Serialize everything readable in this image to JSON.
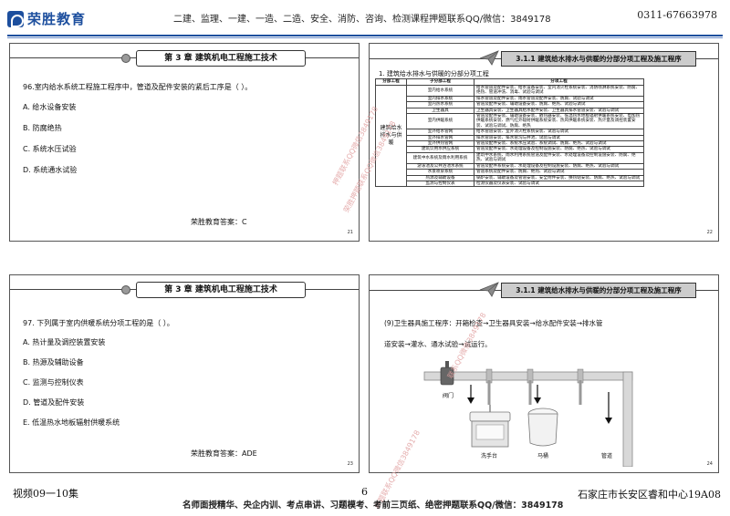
{
  "header": {
    "logo_text": "荣胜教育",
    "title": "二建、监理、一建、一造、二造、安全、消防、咨询、检测课程押题联系QQ/微信：3849178",
    "phone": "0311-67663978"
  },
  "slide1": {
    "chapter": "第 3 章   建筑机电工程施工技术",
    "question": "96.室内给水系统工程施工程序中，管道及配件安装的紧后工序是（   ）。",
    "options": [
      "A. 给水设备安装",
      "B. 防腐绝热",
      "C. 系统水压试验",
      "D. 系统通水试验"
    ],
    "answer": "荣胜教育答案：C",
    "page": "21"
  },
  "slide2": {
    "section": "3.1.1 建筑给水排水与供暖的分部分项工程及施工程序",
    "caption": "1. 建筑给水排水与供暖的分部分项工程",
    "headers": [
      "分部工程",
      "子分部工程",
      "分项工程"
    ],
    "division": "建筑给水排水与供暖",
    "rows": [
      [
        "室内给水系统",
        "给水管道及配件安装、给水设备安装、室内消火栓系统安装、消防喷淋系统安装、防腐、绝热、管道冲洗、消毒、试验与调试"
      ],
      [
        "室内排水系统",
        "排水管道及配件安装、雨水管道及配件安装、防腐、试验与调试"
      ],
      [
        "室内热水系统",
        "管道及配件安装、辅助设备安装、防腐、绝热、试验与调试"
      ],
      [
        "卫生器具",
        "卫生器具安装、卫生器具给水配件安装、卫生器具排水管道安装、试验与调试"
      ],
      [
        "室内供暖系统",
        "管道及配件安装、辅助设备安装、散热器安装、低温热水地板辐射供暖系统安装、电加热供暖系统安装、燃气红外辐射供暖系统安装、热风供暖系统安装、热计量及调控装置安装、试验与调试、防腐、绝热"
      ],
      [
        "室外给水管网",
        "给水管道安装、室外消火栓系统安装、试验与调试"
      ],
      [
        "室外排水管网",
        "排水管道安装、排水管沟与井池、试验与调试"
      ],
      [
        "室外供热管网",
        "管道及配件安装、系统水压试验、系统调试、防腐、绝热、试验与调试"
      ],
      [
        "建筑饮用水供应系统",
        "管道及配件安装、水处理设备及控制设施安装、防腐、绝热、试验与调试"
      ],
      [
        "建筑中水系统及雨水利用系统",
        "建筑中水系统、雨水利用系统管道及配件安装、水处理设备及控制设施安装、防腐、绝热、试验与调试"
      ],
      [
        "游泳池及公共浴池水系统",
        "管道及配件系统安装、水处理设备及控制设施安装、防腐、绝热、试验与调试"
      ],
      [
        "水景喷泉系统",
        "管道系统及配件安装、防腐、绝热、试验与调试"
      ],
      [
        "热源及辅助设备",
        "锅炉安装、辅助设备及管道安装、安全附件安装、换热站安装、防腐、绝热、试验与调试"
      ],
      [
        "监测与控制仪表",
        "检测仪器及仪表安装、试验与调试"
      ]
    ],
    "page": "22"
  },
  "slide3": {
    "chapter": "第 3 章   建筑机电工程施工技术",
    "question": "97. 下列属于室内供暖系统分项工程的是（   ）。",
    "options": [
      "A. 热计量及调控装置安装",
      "B. 热源及辅助设备",
      "C. 监测与控制仪表",
      "D. 管道及配件安装",
      "E. 低温热水地板辐射供暖系统"
    ],
    "answer": "荣胜教育答案：ADE",
    "page": "23"
  },
  "slide4": {
    "section": "3.1.1 建筑给水排水与供暖的分部分项工程及施工程序",
    "process_line1": "(9)卫生器具施工程序：开箱检查→卫生器具安装→给水配件安装→排水管",
    "process_line2": "道安装→灌水、通水试验→试运行。",
    "labels": [
      "阀门",
      "洗手台",
      "马桶",
      "管道"
    ],
    "page": "24"
  },
  "watermarks": [
    "押题联系QQ微信3849178",
    "荣胜押题联系QQ微信3849178",
    "联系QQ微信3849178",
    "押题联系QQ微信3849178"
  ],
  "footer": {
    "left": "视频09一10集",
    "page": "6",
    "right": "石家庄市长安区睿和中心19A08",
    "ad": "名师面授精华、央企内训、考点串讲、习题模考、考前三页纸、绝密押题联系QQ/微信：3849178"
  },
  "colors": {
    "brand": "#1d4f9e",
    "watermark": "#e1a0a0",
    "section_bg": "#cccccc"
  },
  "icons": [
    "logo-icon",
    "chapter-badge-icon",
    "paper-plane-icon",
    "valve-icon",
    "sink-icon",
    "toilet-icon"
  ]
}
